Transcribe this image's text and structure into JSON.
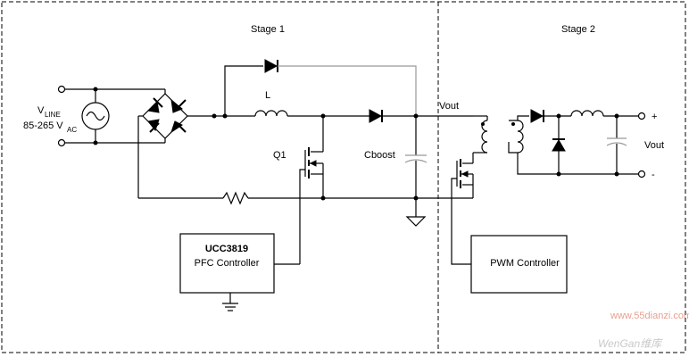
{
  "diagram": {
    "stage1_label": "Stage 1",
    "stage2_label": "Stage 2",
    "vline_label": "V",
    "vline_sub": "LINE",
    "vac_label": "85-265 V",
    "vac_sub": "AC",
    "inductor_label": "L",
    "q1_label": "Q1",
    "cboost_label": "Cboost",
    "vout_top_label": "Vout",
    "pfc_title": "UCC3819",
    "pfc_label": "PFC Controller",
    "pwm_label": "PWM Controller",
    "out_plus": "+",
    "out_minus": "-",
    "vout_out_label": "Vout",
    "watermark": "www.55dianzi.com",
    "watermark2": "WenGan维库"
  }
}
